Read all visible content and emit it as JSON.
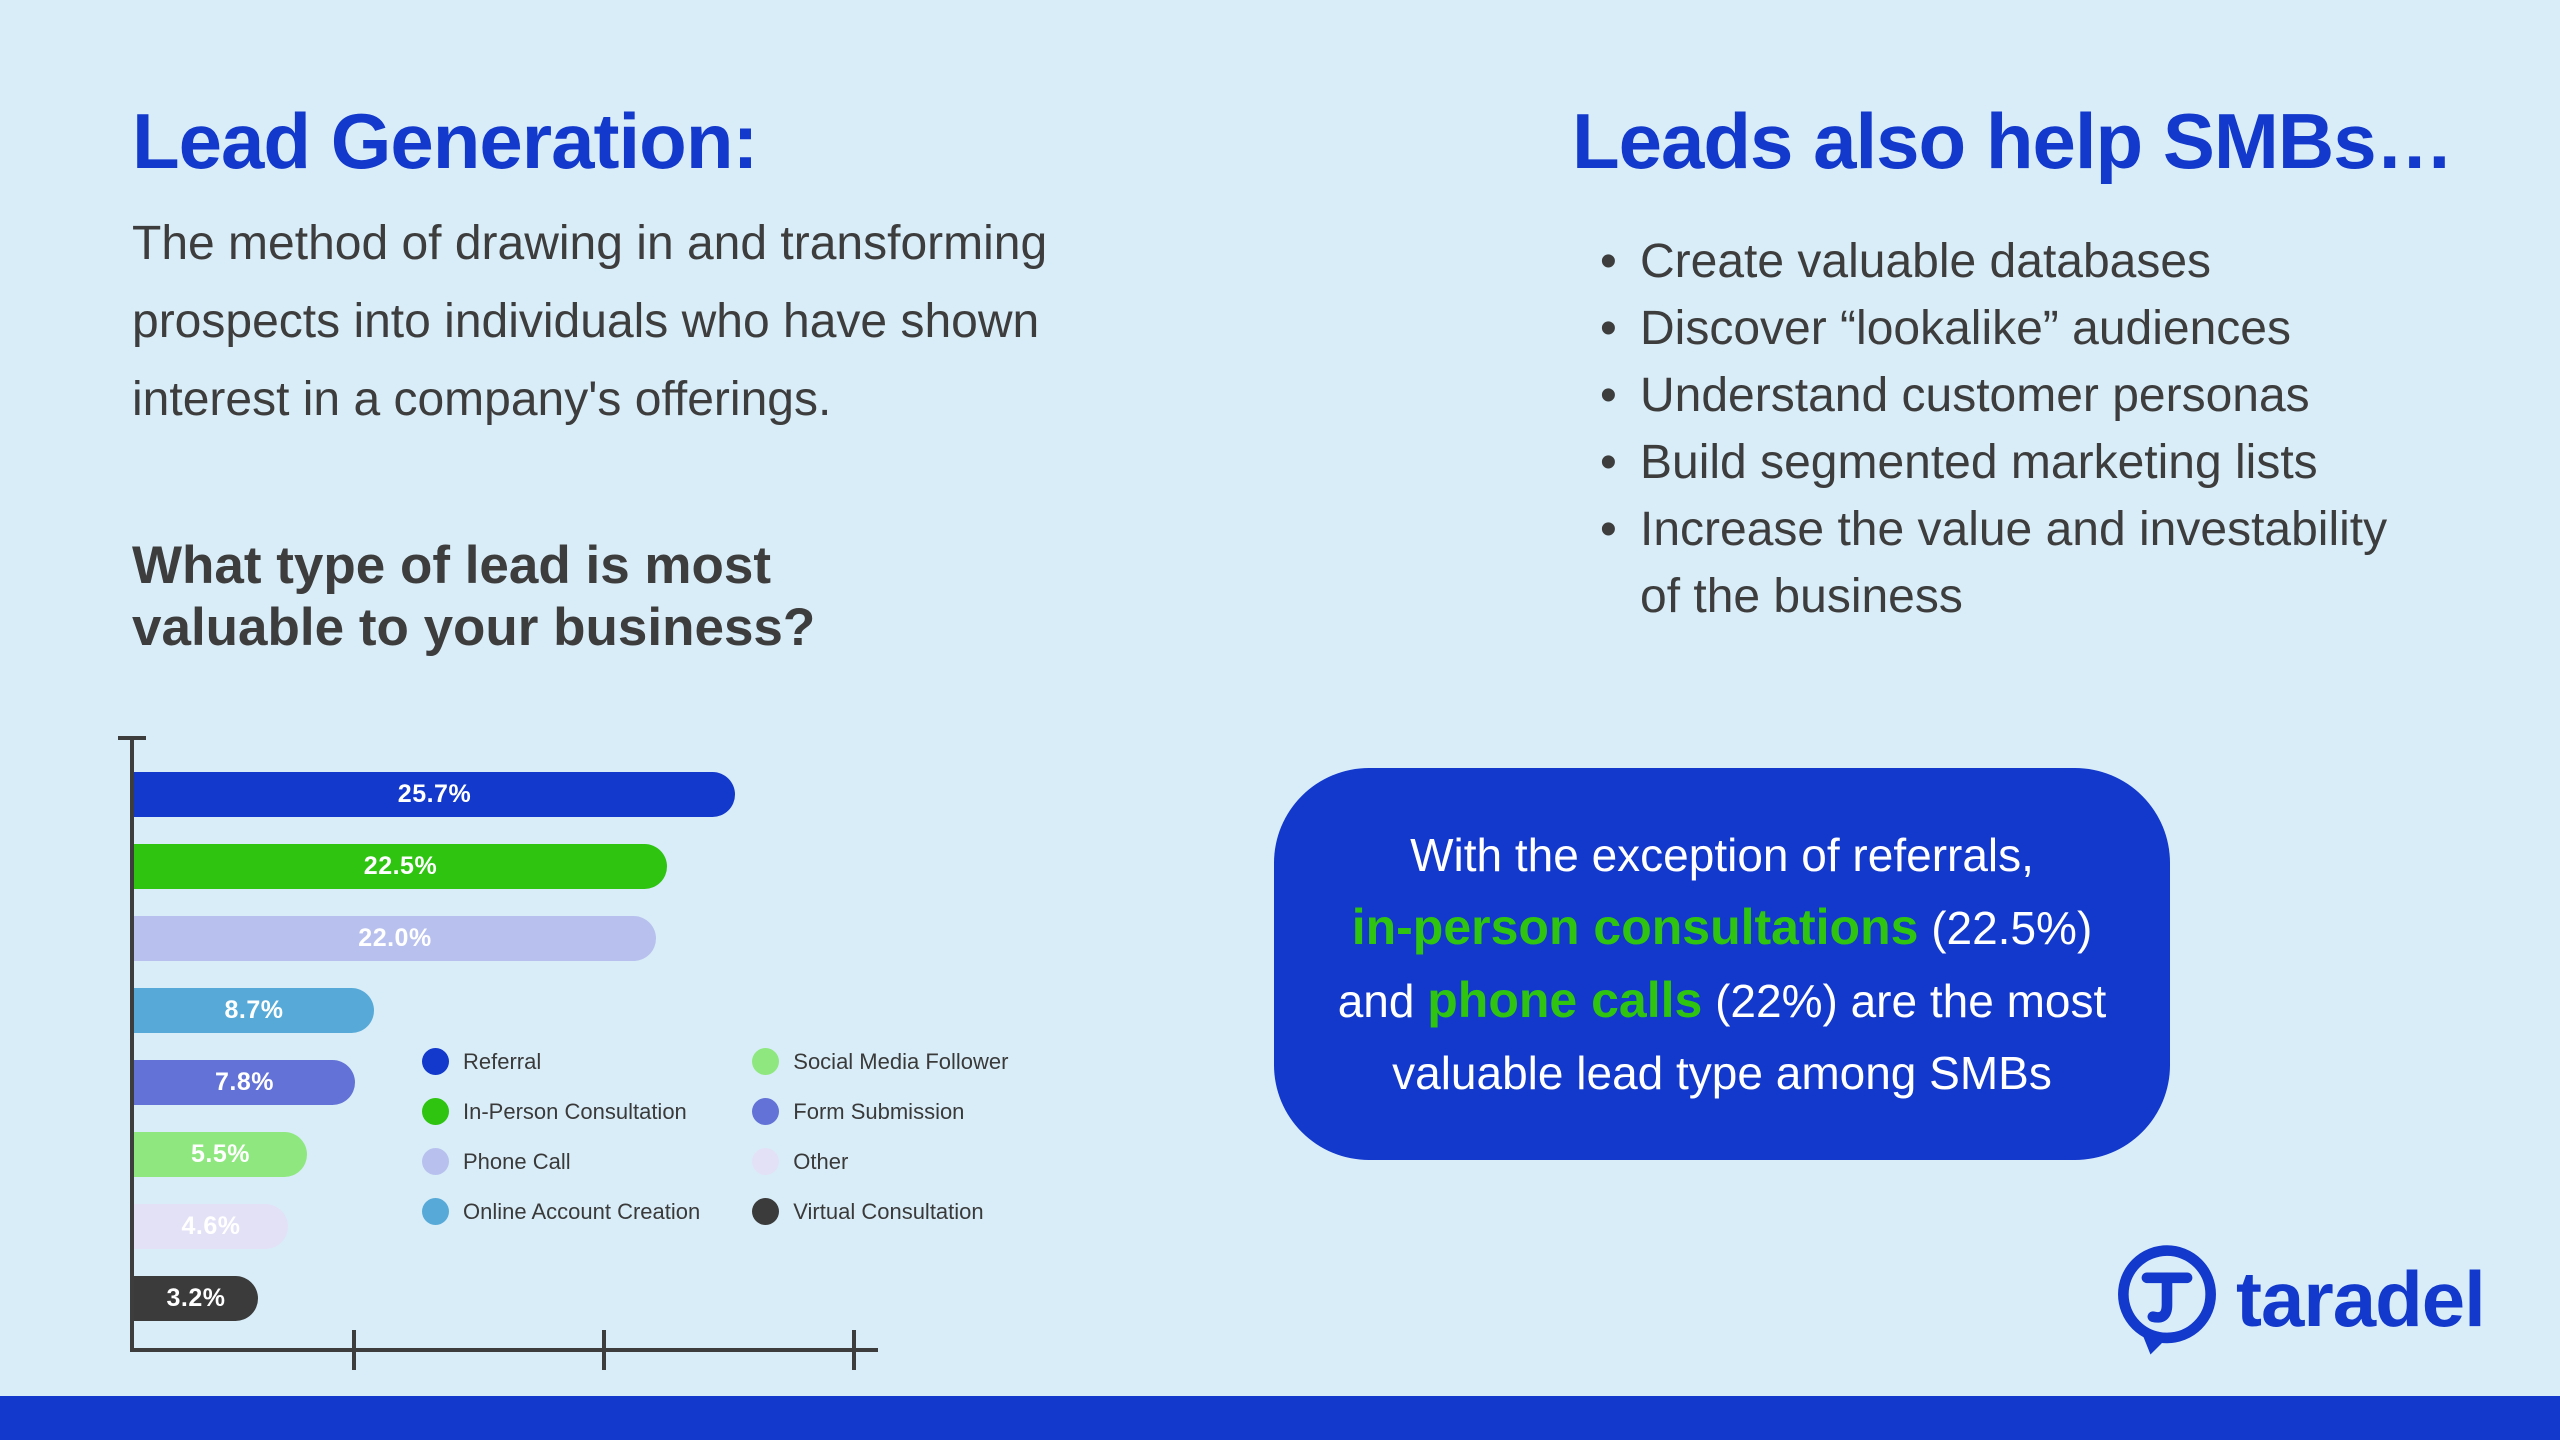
{
  "left": {
    "title": "Lead Generation:",
    "description": "The method of drawing in and transforming prospects into individuals who have shown interest in a company's offerings.",
    "chart_question": "What type of lead is most valuable to your business?"
  },
  "right": {
    "title": "Leads also help SMBs…",
    "bullets": [
      "Create valuable databases",
      "Discover “lookalike” audiences",
      "Understand customer personas",
      "Build segmented marketing lists",
      "Increase the value and investability of the business"
    ],
    "callout": {
      "lines": [
        [
          {
            "text": "With the exception of referrals,",
            "highlight": false
          }
        ],
        [
          {
            "text": "in-person consultations",
            "highlight": true
          },
          {
            "text": " (22.5%)",
            "highlight": false
          }
        ],
        [
          {
            "text": "and ",
            "highlight": false
          },
          {
            "text": "phone calls",
            "highlight": true
          },
          {
            "text": " (22%) are the most",
            "highlight": false
          }
        ],
        [
          {
            "text": "valuable lead type among SMBs",
            "highlight": false
          }
        ]
      ],
      "highlight_color": "#2ec410",
      "background_color": "#1238cc"
    }
  },
  "chart_data": {
    "type": "bar",
    "orientation": "horizontal",
    "title": "What type of lead is most valuable to your business?",
    "categories": [
      "Referral",
      "In-Person Consultation",
      "Phone Call",
      "Online Account Creation",
      "Form Submission",
      "Social Media Follower",
      "Other",
      "Virtual Consultation"
    ],
    "values": [
      25.7,
      22.5,
      22.0,
      8.7,
      7.8,
      5.5,
      4.6,
      3.2
    ],
    "value_labels": [
      "25.7%",
      "22.5%",
      "22.0%",
      "8.7%",
      "7.8%",
      "5.5%",
      "4.6%",
      "3.2%"
    ],
    "bar_colors": [
      "#1238cc",
      "#2ec410",
      "#b8c1ee",
      "#57aad8",
      "#6372d6",
      "#8fe87f",
      "#e3e1f6",
      "#3b3b3b"
    ],
    "label_color": "#ffffff",
    "xlim": [
      0,
      32
    ],
    "x_ticks": [
      10,
      20,
      30
    ],
    "tick_labels_visible": false,
    "grid": false,
    "legend_position": "inside-right",
    "legend_columns": [
      [
        {
          "label": "Referral",
          "color": "#1238cc"
        },
        {
          "label": "In-Person Consultation",
          "color": "#2ec410"
        },
        {
          "label": "Phone Call",
          "color": "#b8c1ee"
        },
        {
          "label": "Online Account Creation",
          "color": "#57aad8"
        }
      ],
      [
        {
          "label": "Social Media Follower",
          "color": "#8fe87f"
        },
        {
          "label": "Form Submission",
          "color": "#6372d6"
        },
        {
          "label": "Other",
          "color": "#e3e1f6"
        },
        {
          "label": "Virtual Consultation",
          "color": "#3b3b3b"
        }
      ]
    ]
  },
  "brand": {
    "name": "taradel"
  },
  "colors": {
    "background": "#d9edf8",
    "accent_blue": "#1238cc",
    "accent_green": "#2ec410",
    "text_dark": "#3d3d3d"
  }
}
